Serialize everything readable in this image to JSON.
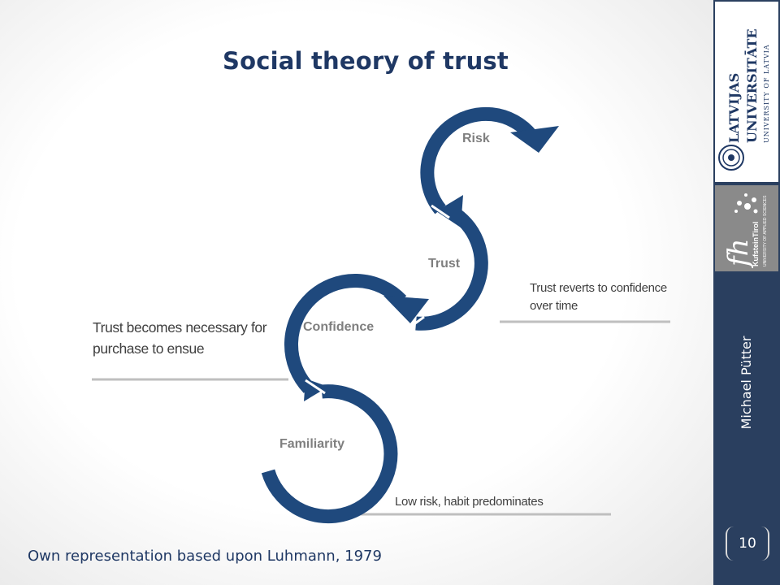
{
  "slide": {
    "title": "Social theory of trust",
    "source": "Own representation based upon Luhmann, 1979",
    "author": "Michael Pütter",
    "page_number": "10"
  },
  "diagram": {
    "stages": [
      {
        "label": "Risk"
      },
      {
        "label": "Trust"
      },
      {
        "label": "Confidence"
      },
      {
        "label": "Familiarity"
      }
    ],
    "annotations": {
      "left": "Trust becomes necessary for purchase to ensue",
      "right": "Trust reverts to confidence over time",
      "bottom": "Low risk, habit predominates"
    },
    "colors": {
      "arrow": "#1f497d",
      "divider": "#bfbfbf",
      "title": "#1f3864",
      "sidebar": "#2a3f5f"
    }
  },
  "logos": {
    "latvia": {
      "name_lines": [
        "LATVIJAS",
        "UNIVERSITĀTE"
      ],
      "subtitle": "UNIVERSITY OF LATVIA"
    },
    "fh": {
      "mark": "fh",
      "name": "KufsteinTirol",
      "subtitle": "UNIVERSITY OF APPLIED SCIENCES"
    }
  }
}
